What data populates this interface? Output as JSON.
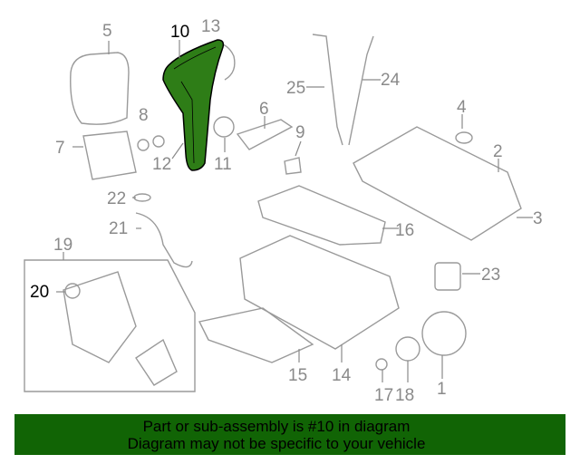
{
  "diagram": {
    "selected_part": "10",
    "callouts": [
      "1",
      "2",
      "3",
      "4",
      "5",
      "6",
      "7",
      "8",
      "9",
      "10",
      "11",
      "12",
      "13",
      "14",
      "15",
      "16",
      "17",
      "18",
      "19",
      "20",
      "21",
      "22",
      "23",
      "24",
      "25"
    ],
    "highlight_color": "#2e7d17"
  },
  "banner": {
    "line1": "Part or sub-assembly is #10 in diagram",
    "line2": "Diagram may not be specific to your vehicle",
    "background": "#116405"
  }
}
